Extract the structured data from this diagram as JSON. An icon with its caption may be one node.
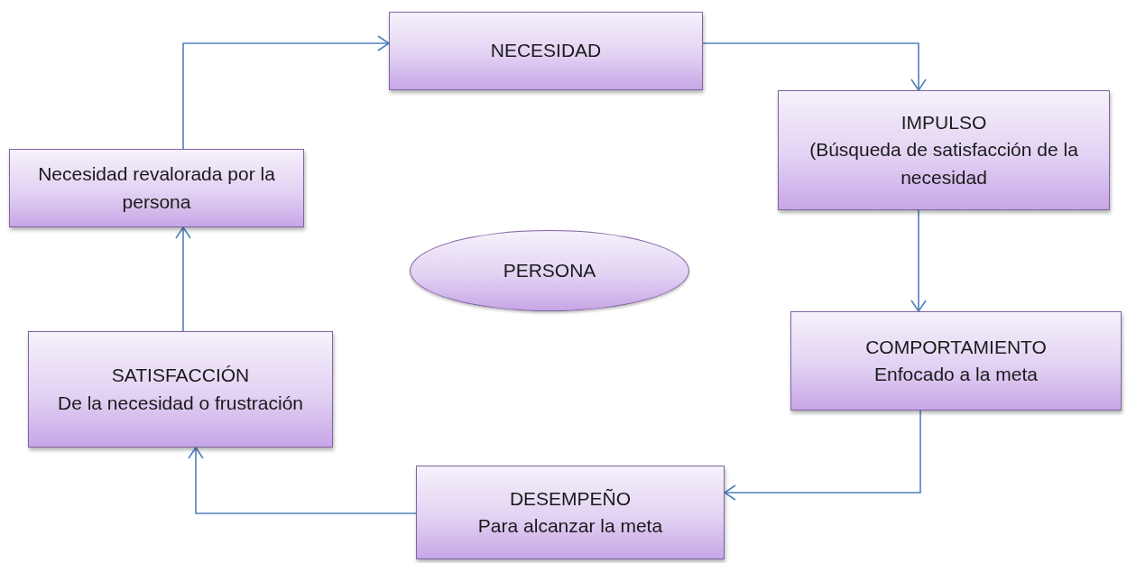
{
  "diagram": {
    "nodes": [
      {
        "text": [
          "NECESIDAD"
        ]
      },
      {
        "text": [
          "Necesidad revalorada por la persona"
        ]
      },
      {
        "text": [
          "IMPULSO",
          "(Búsqueda de satisfacción de la necesidad"
        ]
      },
      {
        "text": [
          "PERSONA"
        ]
      },
      {
        "text": [
          "COMPORTAMIENTO",
          "Enfocado a la meta"
        ]
      },
      {
        "text": [
          "SATISFACCIÓN",
          "De la necesidad o frustración"
        ]
      },
      {
        "text": [
          "DESEMPEÑO",
          "Para alcanzar la meta"
        ]
      }
    ],
    "edges": [
      {
        "from": 1,
        "to": 0,
        "arrow": "to"
      },
      {
        "from": 0,
        "to": 2,
        "arrow": "to"
      },
      {
        "from": 2,
        "to": 4,
        "arrow": "to"
      },
      {
        "from": 4,
        "to": 6,
        "arrow": "to"
      },
      {
        "from": 6,
        "to": 5,
        "arrow": "to"
      },
      {
        "from": 5,
        "to": 1,
        "arrow": "to"
      }
    ]
  }
}
